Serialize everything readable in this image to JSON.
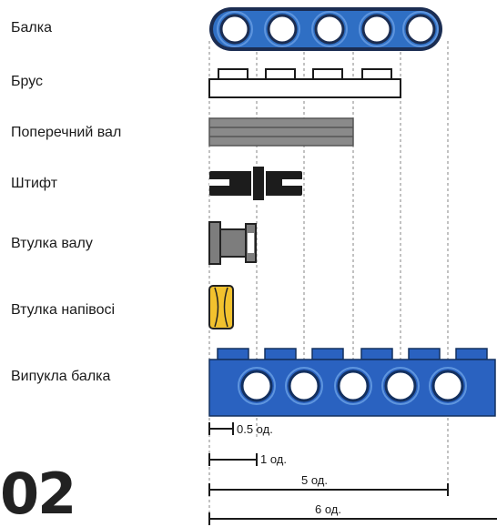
{
  "labels": {
    "beam": "Балка",
    "brick": "Брус",
    "axle": "Поперечний вал",
    "pin": "Штифт",
    "bush": "Втулка валу",
    "half_bush": "Втулка напівосі",
    "studded_beam": "Випукла балка"
  },
  "dimensions": {
    "half_unit": "0.5 од.",
    "one_unit": "1 од.",
    "five_units": "5 од.",
    "six_units": "6 од."
  },
  "page_number": "02",
  "colors": {
    "beam_blue": "#2f6fc4",
    "beam_dark": "#1b2d52",
    "brick_white": "#ffffff",
    "axle_gray": "#8a8a8a",
    "pin_black": "#1c1c1c",
    "bush_gray": "#7d7d7d",
    "half_bush_yellow": "#f2c22e",
    "studded_beam_blue": "#2a62c0"
  }
}
